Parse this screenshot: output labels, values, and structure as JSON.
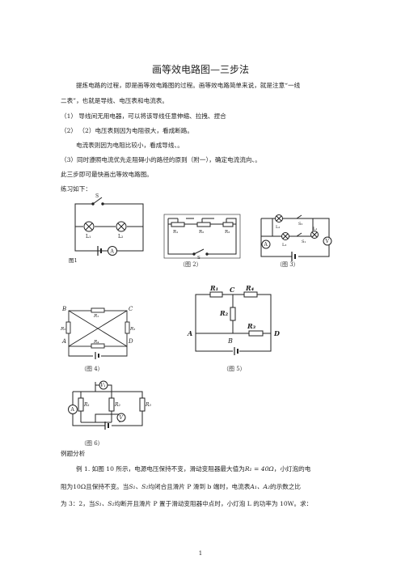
{
  "title": "画等效电路图—三步法",
  "intro": {
    "line1": "提炼电路的过程，即是画等效电路图的过程。画等效电路简单来说，就是注意“一线",
    "line2": "二表”，也就是导线、电压表和电流表。",
    "step1": "（1）    导线间无用电器，可以将该导线任意伸缩、拉拽、捏合",
    "step2": "（2）    （2）电压表则因为电阻很大，看成断路。",
    "step2b": "电流表则因为电阻比较小，看成导线、。",
    "step3": "（3）同时遵照电流优先走阻碍小的路径的原则（附一），确定电流流向、。",
    "step4": "此三步即可最快画出等效电路图。",
    "practice": "练习如下："
  },
  "figures": {
    "fig1": {
      "caption": "图1",
      "labels": [
        "S",
        "L₁",
        "L₂",
        "A"
      ]
    },
    "fig2": {
      "caption": "（图 2）",
      "labels": [
        "R₁",
        "R₂",
        "R₃",
        "S"
      ]
    },
    "fig3": {
      "caption": "（图 3）",
      "labels": [
        "L₂",
        "S₂",
        "L₁",
        "L₃",
        "S₁",
        "A",
        "V"
      ]
    },
    "fig4": {
      "caption": "（图 4）",
      "labels": [
        "B",
        "C",
        "A",
        "D",
        "R₁",
        "R₂",
        "R₃",
        "R₄"
      ]
    },
    "fig5": {
      "caption": "（图 5）",
      "labels": [
        "R₁",
        "C",
        "R₄",
        "R₂",
        "R₃",
        "A",
        "B",
        "D"
      ]
    },
    "fig6": {
      "caption": "（图 6）",
      "labels": [
        "V₁",
        "R₁",
        "R₂",
        "R₃",
        "V",
        "A"
      ]
    }
  },
  "example": {
    "heading": "例题分析",
    "line1a": "例 1. 如图 10 所示，电源电压保持不变，滑动变阻器最大值为",
    "line1b": "R₁ = 40Ω",
    "line1c": "，小灯泡的电",
    "line2a": "阻为",
    "line2b": "10Ω",
    "line2c": "且保持不变。当",
    "line2d": "S₁、S₂",
    "line2e": "均闭合且滑片 P 滑到 b 端时，电流表",
    "line2f": "A₁、A₂",
    "line2g": "的示数之比",
    "line3a": "为 3：2，当",
    "line3b": "S₁、S₂",
    "line3c": "均断开且滑片 P 置于滑动变阻器中点时，小灯泡 L 的功率为 10W。求："
  },
  "page_number": "1"
}
